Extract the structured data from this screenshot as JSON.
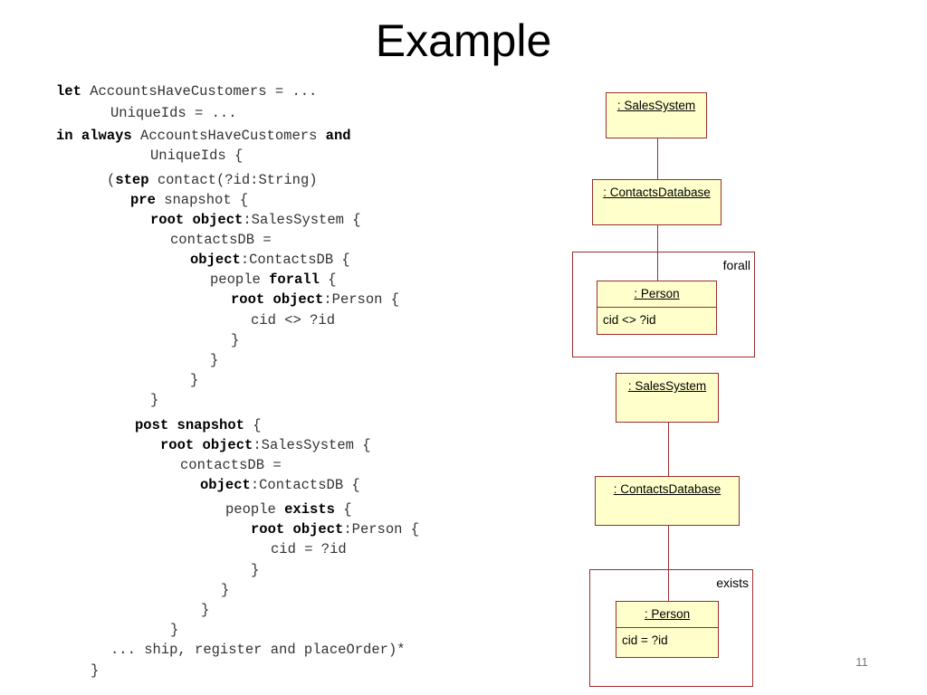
{
  "slide": {
    "title": "Example",
    "page_number": "11"
  },
  "code": {
    "l01": [
      "let",
      " AccountsHaveCustomers = ..."
    ],
    "l02": "UniqueIds = ...",
    "l03": [
      "in",
      "always",
      " AccountsHaveCustomers ",
      "and"
    ],
    "l04": "UniqueIds {",
    "l05": [
      "(",
      "step",
      " contact(?id:String)"
    ],
    "l06": [
      "pre",
      " snapshot {"
    ],
    "l07": [
      "root",
      "object",
      ":SalesSystem {"
    ],
    "l08": "contactsDB =",
    "l09": [
      "object",
      ":ContactsDB {"
    ],
    "l10": [
      "people ",
      "forall",
      " {"
    ],
    "l11": [
      "root",
      "object",
      ":Person {"
    ],
    "l12": "cid <> ?id",
    "l13": "}",
    "l14": "}",
    "l15": "}",
    "l16": "}",
    "l17": [
      "post",
      "snapshot",
      " {"
    ],
    "l18": [
      "root",
      "object",
      ":SalesSystem {"
    ],
    "l19": "contactsDB =",
    "l20": [
      "object",
      ":ContactsDB {"
    ],
    "l21": [
      "people ",
      "exists",
      " {"
    ],
    "l22": [
      "root",
      "object",
      ":Person {"
    ],
    "l23": "cid = ?id",
    "l24": "}",
    "l25": "}",
    "l26": "}",
    "l27": "}",
    "l28": "... ship, register and placeOrder)*",
    "l29": "}"
  },
  "diagram_pre": {
    "sales_system": ": SalesSystem",
    "contacts_database": ": ContactsDatabase",
    "frame_label": "forall",
    "person": ": Person",
    "person_attr": "cid <> ?id"
  },
  "diagram_post": {
    "sales_system": ": SalesSystem",
    "contacts_database": ": ContactsDatabase",
    "frame_label": "exists",
    "person": ": Person",
    "person_attr": "cid = ?id"
  },
  "colors": {
    "object_fill": "#ffffcc",
    "object_border": "#9b2d2d"
  }
}
